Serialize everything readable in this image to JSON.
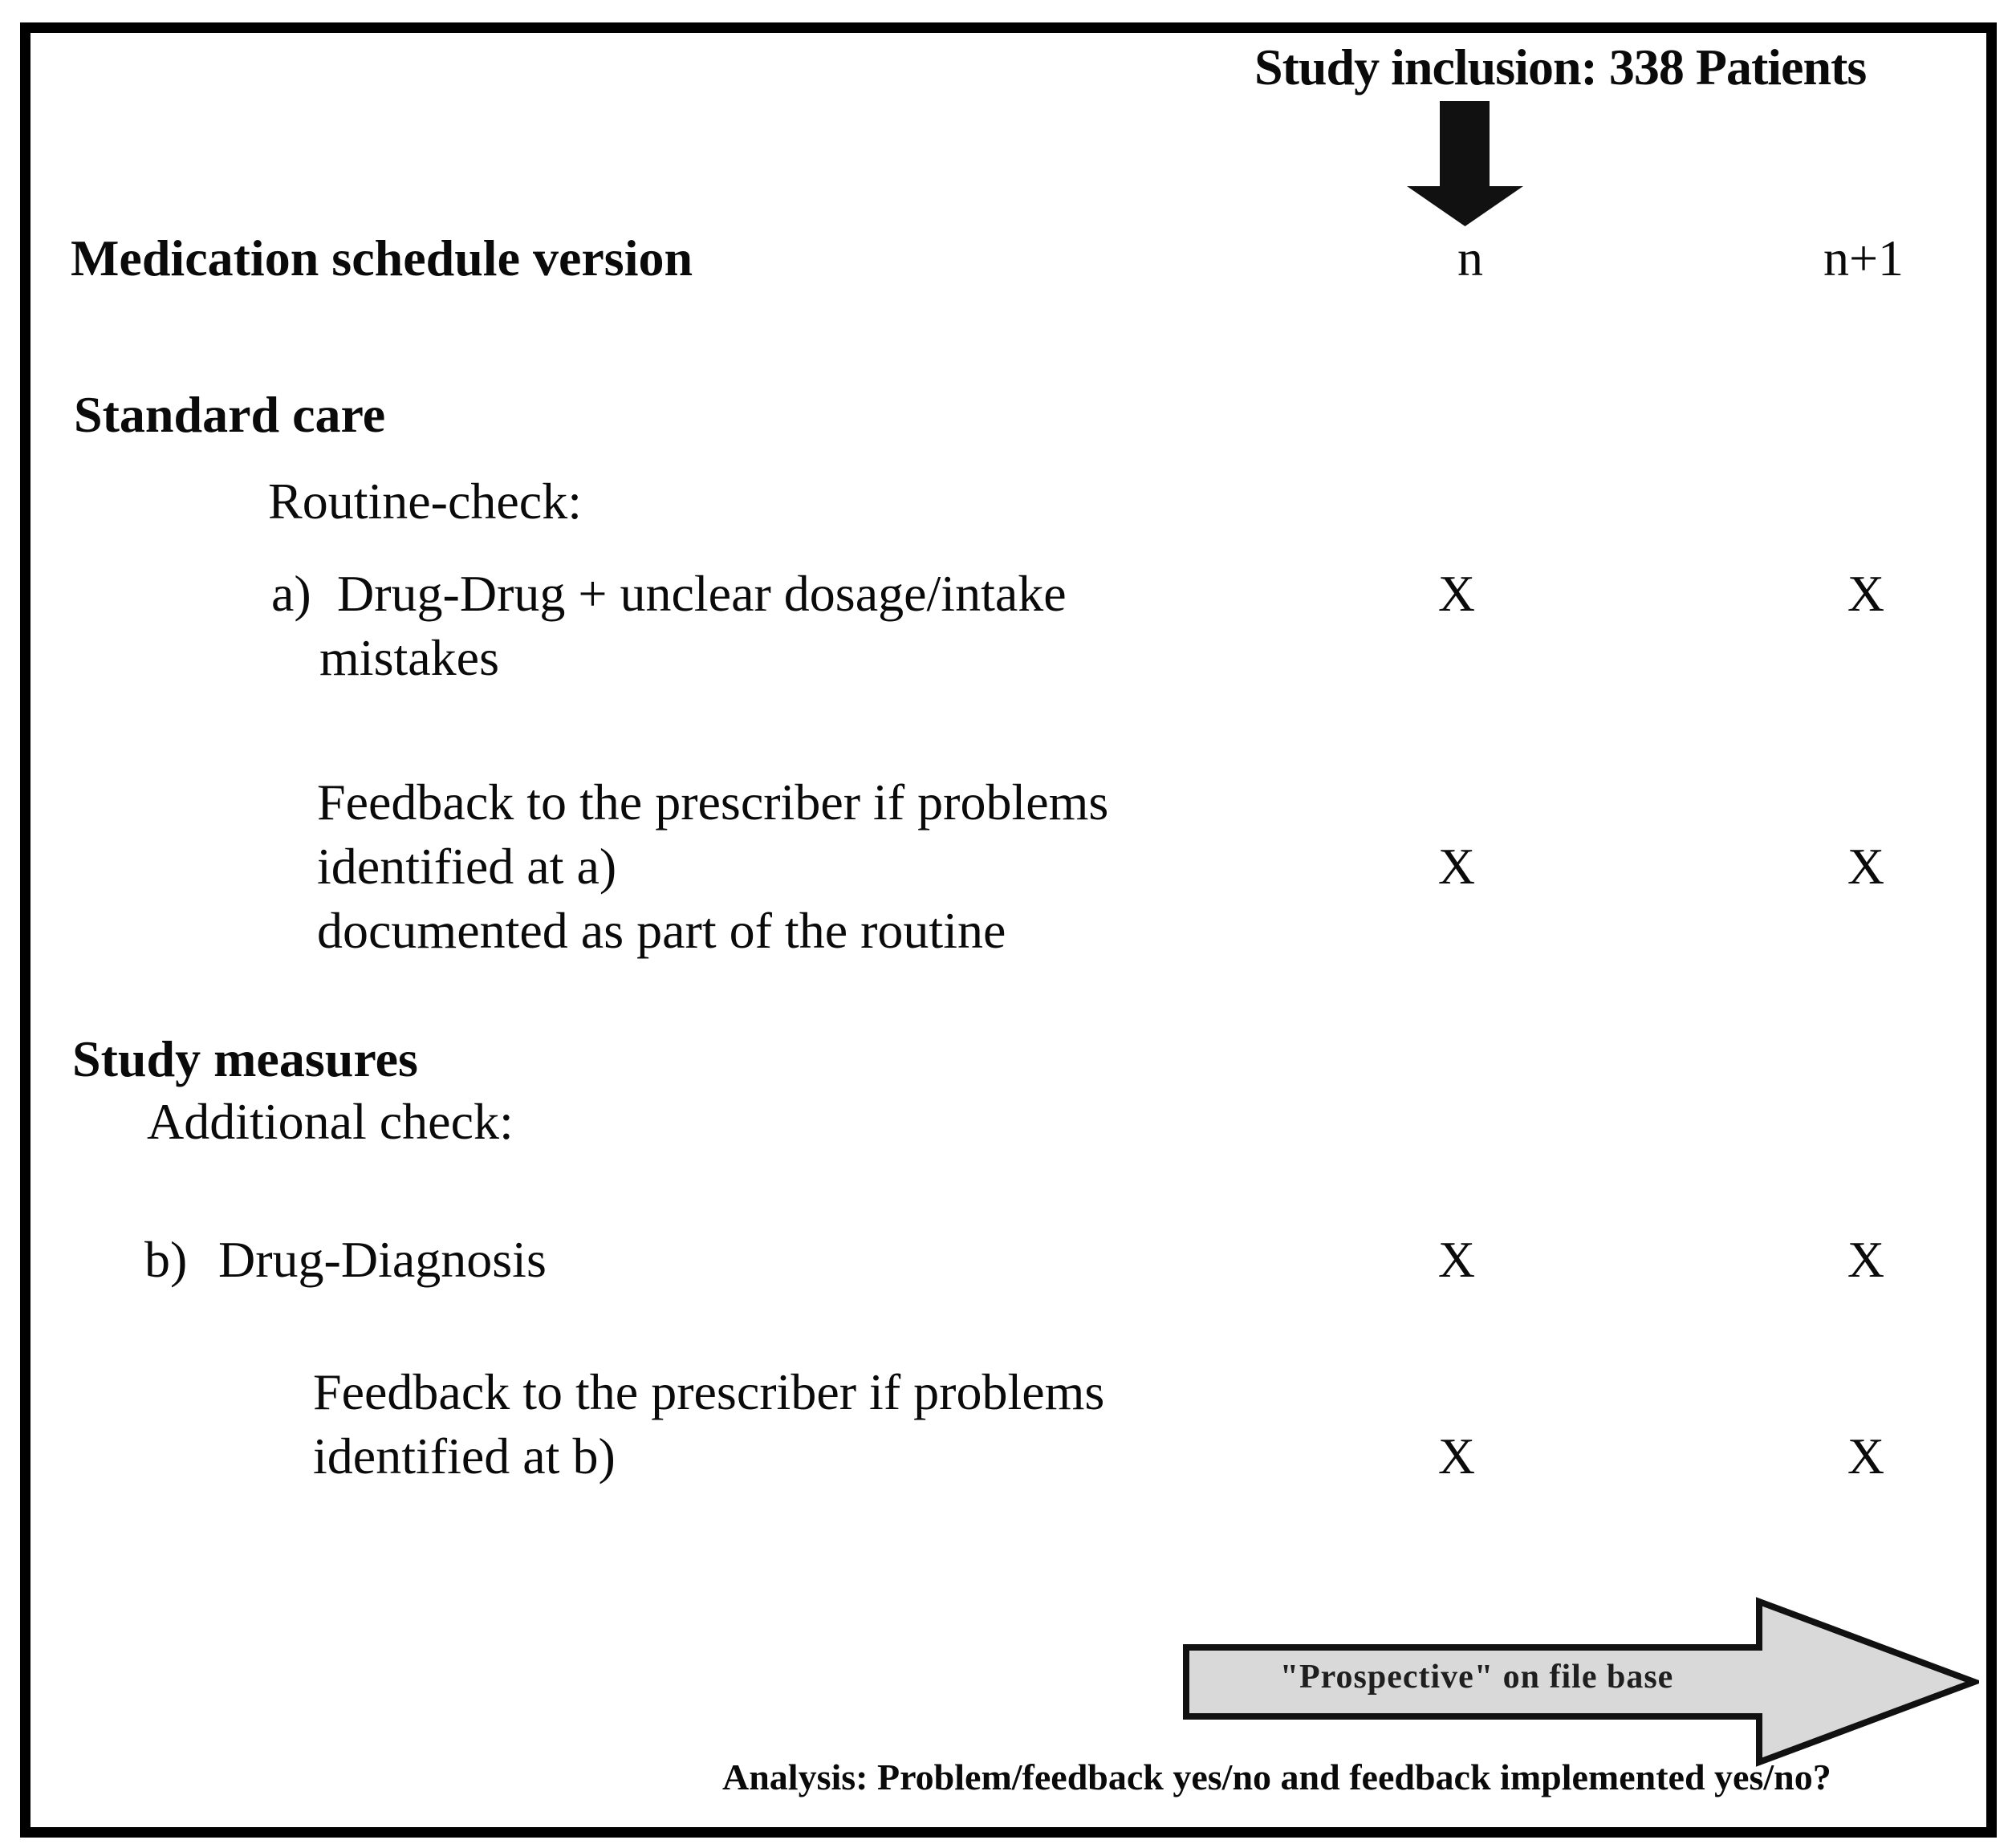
{
  "title": "Study inclusion: 338 Patients",
  "row_header": "Medication schedule version",
  "columns": {
    "n": "n",
    "n_plus_1": "n+1"
  },
  "standard_care": {
    "heading": "Standard care",
    "subheading": "Routine-check:",
    "item_a": {
      "marker": "a)",
      "line1": "Drug-Drug + unclear dosage/intake",
      "line2": "mistakes",
      "x_n": "X",
      "x_n1": "X"
    },
    "feedback": {
      "line1": "Feedback to the prescriber if problems",
      "line2": "identified at a)",
      "line3": "documented as part of the routine",
      "x_n": "X",
      "x_n1": "X"
    }
  },
  "study_measures": {
    "heading": "Study measures",
    "subheading": "Additional check:",
    "item_b": {
      "marker": "b)",
      "line1": "Drug-Diagnosis",
      "x_n": "X",
      "x_n1": "X"
    },
    "feedback": {
      "line1": "Feedback to the prescriber if problems",
      "line2": "identified at b)",
      "x_n": "X",
      "x_n1": "X"
    }
  },
  "prospective_arrow_label": "\"Prospective\" on file base",
  "analysis_note": "Analysis: Problem/feedback yes/no and feedback implemented yes/no?",
  "colors": {
    "text": "#0a0a0a",
    "arrow_fill": "#d9d9d9",
    "arrow_stroke": "#111111",
    "down_arrow_fill": "#111111"
  }
}
